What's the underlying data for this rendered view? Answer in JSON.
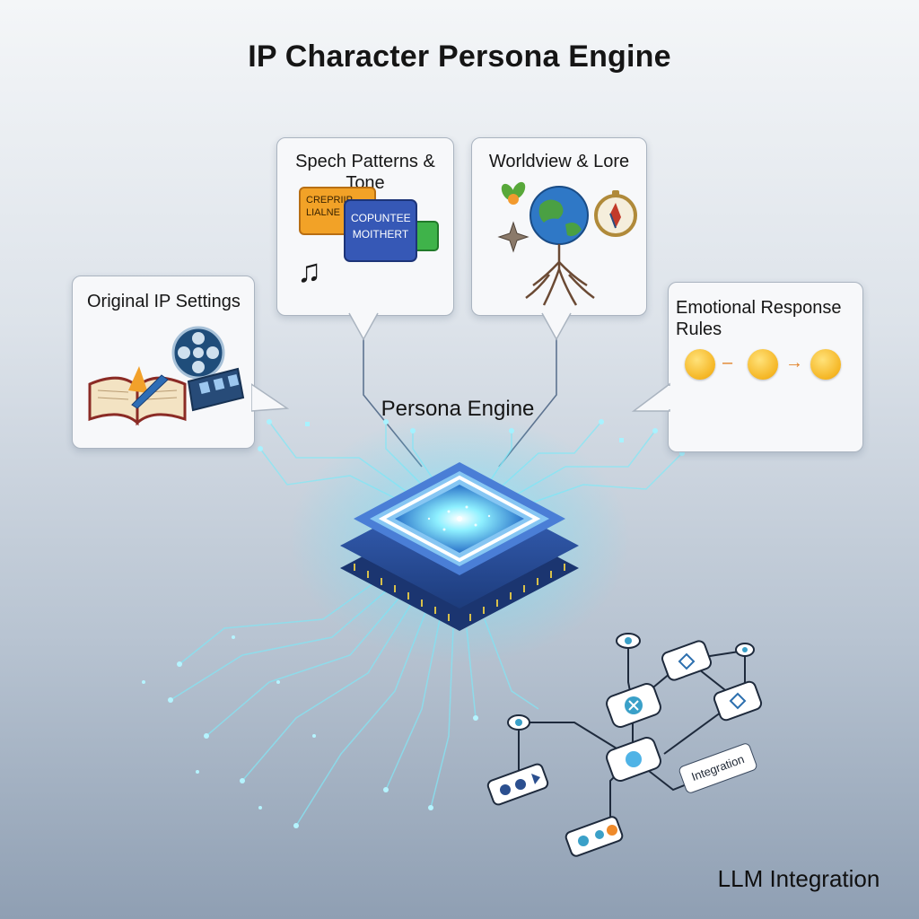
{
  "title": "IP Character Persona Engine",
  "panels": {
    "original_ip": {
      "label": "Original IP Settings"
    },
    "speech": {
      "label": "Spech Patterns & Tone",
      "bubble_text_back": "CREPRIIP LIALNE",
      "bubble_text_front": "COPUNTEE MOITHERT"
    },
    "worldview": {
      "label": "Worldview & Lore"
    },
    "emotional": {
      "label": "Emotional Response Rules"
    }
  },
  "engine_label": "Persona Engine",
  "integration_tag": "Integration",
  "llm_label": "LLM Integration",
  "colors": {
    "chip_dark": "#2d4f9a",
    "chip_glow": "#5fe3ff",
    "circuit": "#7fe0f0",
    "node_accent": "#3aa0c8"
  }
}
